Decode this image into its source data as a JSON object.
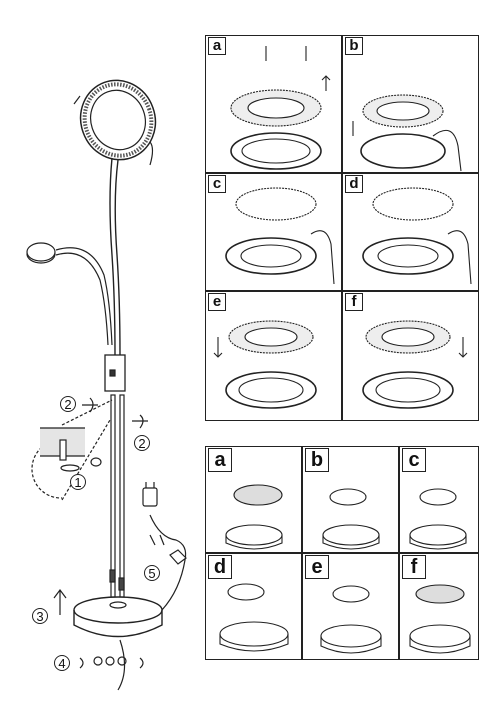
{
  "upper_panels": [
    {
      "letter": "a"
    },
    {
      "letter": "b"
    },
    {
      "letter": "c"
    },
    {
      "letter": "d"
    },
    {
      "letter": "e"
    },
    {
      "letter": "f"
    }
  ],
  "lower_panels": [
    {
      "letter": "a"
    },
    {
      "letter": "b"
    },
    {
      "letter": "c"
    },
    {
      "letter": "d"
    },
    {
      "letter": "e"
    },
    {
      "letter": "f"
    }
  ],
  "steps": {
    "s1": "1",
    "s2a": "2",
    "s2b": "2",
    "s3": "3",
    "s4": "4",
    "s5": "5"
  }
}
